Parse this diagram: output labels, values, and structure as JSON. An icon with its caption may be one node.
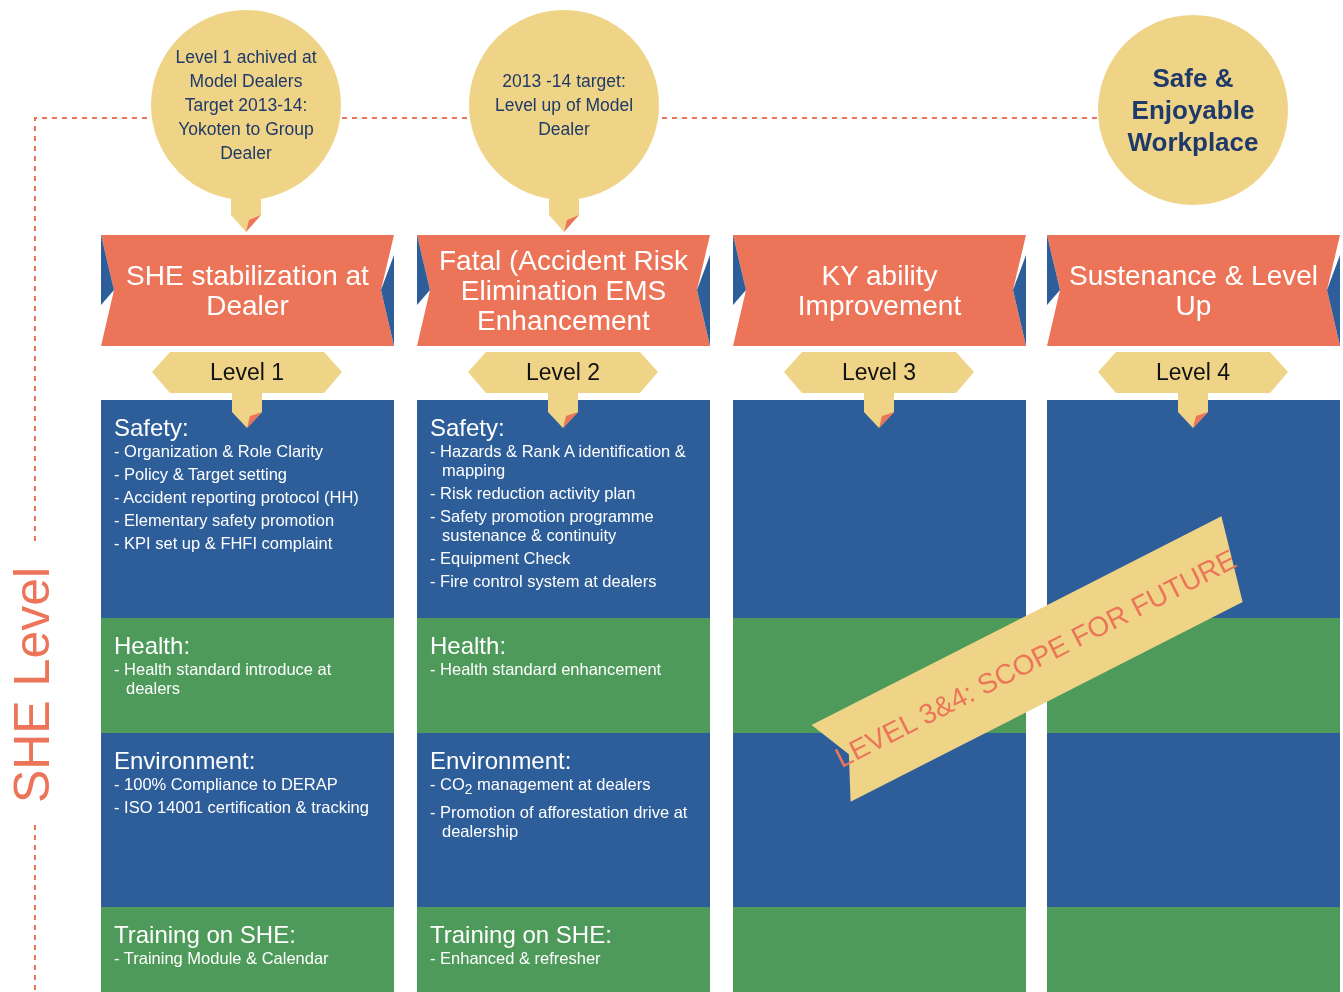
{
  "diagram": {
    "nodes": [
      {
        "text": [
          "Level 1 achived at Model Dealers Target 2013-14: Yokoten to Group Dealer"
        ]
      },
      {
        "text": [
          "2013 -14 target: Level up of Model Dealer"
        ]
      },
      {
        "text": [
          "Safe & Enjoyable Workplace"
        ]
      },
      {
        "text": [
          "SHE stabilization at Dealer"
        ]
      },
      {
        "text": [
          "Fatal (Accident Risk Elimination EMS Enhancement"
        ]
      },
      {
        "text": [
          "KY ability Improvement"
        ]
      },
      {
        "text": [
          "Sustenance & Level Up"
        ]
      },
      {
        "text": [
          "Level 1"
        ]
      },
      {
        "text": [
          "Level 2"
        ]
      },
      {
        "text": [
          "Level 3"
        ]
      },
      {
        "text": [
          "Level 4"
        ]
      },
      {
        "text": [
          "Safety:",
          "- Organization & Role Clarity",
          "- Policy & Target setting",
          "- Accident reporting protocol (HH)",
          "- Elementary safety promotion",
          "- KPI set up & FHFI complaint"
        ]
      },
      {
        "text": [
          "Safety:",
          "- Hazards & Rank A identification & mapping",
          "- Risk reduction activity plan",
          "- Safety promotion programme sustenance & continuity",
          "- Equipment Check",
          "- Fire control system at dealers"
        ]
      },
      {
        "text": [],
        "shape": "box"
      },
      {
        "text": [],
        "shape": "box"
      },
      {
        "text": [
          "Health:",
          "- Health standard introduce at dealers"
        ]
      },
      {
        "text": [
          "Health:",
          "- Health standard enhancement"
        ]
      },
      {
        "text": [],
        "shape": "box"
      },
      {
        "text": [],
        "shape": "box"
      },
      {
        "text": [
          "Environment:",
          "- 100% Compliance to DERAP",
          "- ISO 14001 certification & tracking"
        ]
      },
      {
        "text": [
          "Environment:",
          "- CO$_{2}$ management at dealers",
          "- Promotion of afforestation drive at dealership"
        ]
      },
      {
        "text": [],
        "shape": "box"
      },
      {
        "text": [],
        "shape": "box"
      },
      {
        "text": [
          "Training on SHE:",
          "- Training Module & Calendar"
        ]
      },
      {
        "text": [
          "Training on SHE:",
          "- Enhanced & refresher"
        ]
      },
      {
        "text": [],
        "shape": "box"
      },
      {
        "text": [],
        "shape": "box"
      },
      {
        "text": [
          "LEVEL 3&4: SCOPE FOR FUTURE"
        ]
      }
    ],
    "labels": [
      "SHE Level"
    ]
  }
}
